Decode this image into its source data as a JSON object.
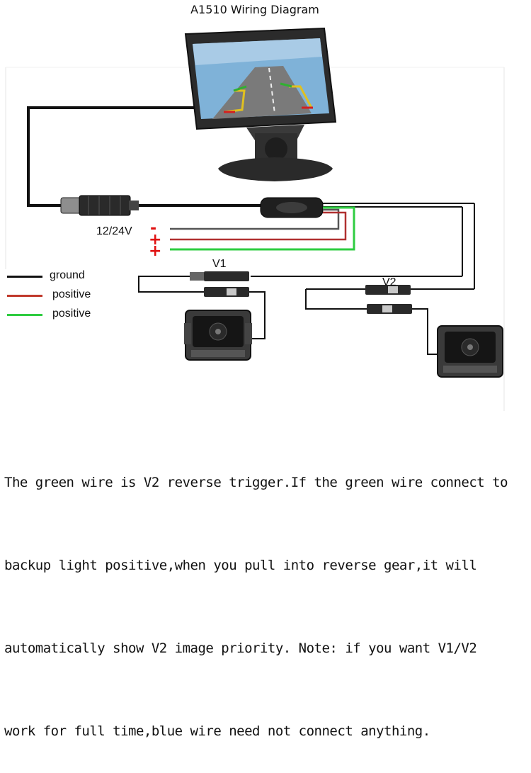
{
  "title": "A1510 Wiring Diagram",
  "power_label": "12/24V",
  "power_signs": [
    "-",
    "+",
    "+"
  ],
  "camera_labels": {
    "v1": "V1",
    "v2": "V2"
  },
  "legend": [
    {
      "color": "#111111",
      "label": "ground"
    },
    {
      "color": "#c0392b",
      "label": "positive"
    },
    {
      "color": "#2ecc40",
      "label": "positive"
    }
  ],
  "note": {
    "lines": [
      "The green wire is V2 reverse trigger.If the green wire connect to",
      "backup light positive,when you pull into reverse gear,it will",
      "automatically show V2 image priority. Note: if you want V1/V2",
      "work for full time,blue wire need not connect anything."
    ]
  },
  "colors": {
    "wire_black": "#111111",
    "wire_red": "#c0392b",
    "wire_green": "#2ecc40",
    "sign_red": "#e01010"
  },
  "icons": [
    "monitor-icon",
    "camera-icon",
    "connector-icon",
    "control-box-icon"
  ]
}
